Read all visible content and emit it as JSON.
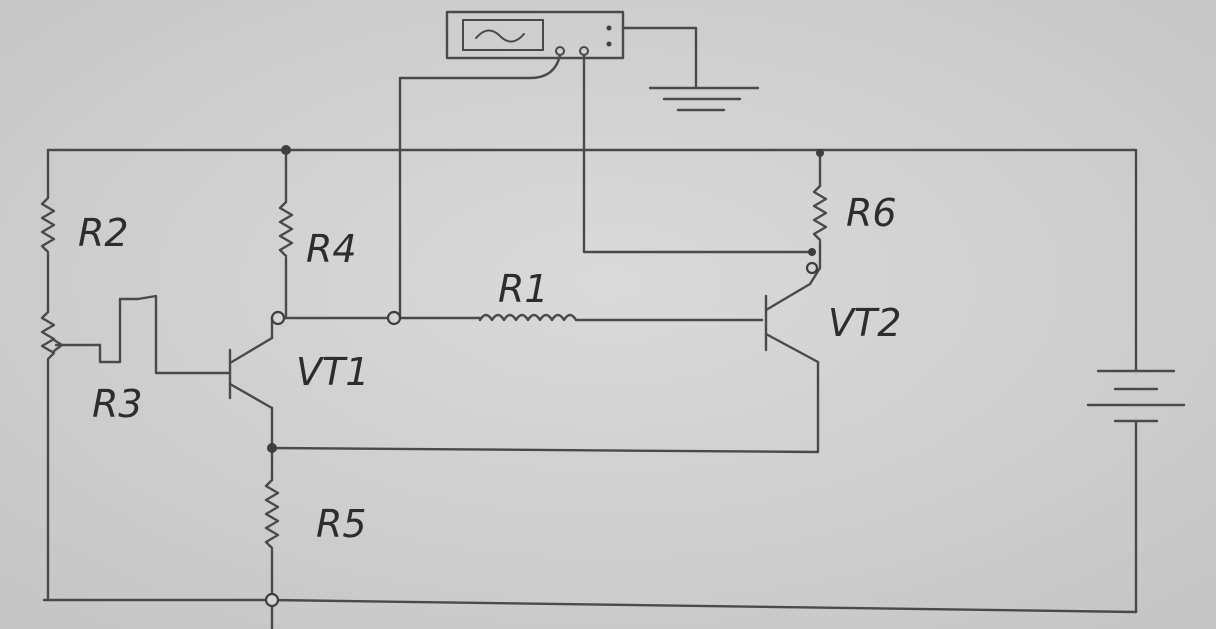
{
  "labels": {
    "r1": "R1",
    "r2": "R2",
    "r3": "R3",
    "r4": "R4",
    "r5": "R5",
    "r6": "R6",
    "vt1": "VT1",
    "vt2": "VT2"
  },
  "colors": {
    "paper": "#d4d4d4",
    "ink": "#4a4a4a"
  },
  "icons": {
    "oscilloscope": "oscilloscope-icon",
    "ground": "ground-icon",
    "battery": "battery-icon"
  }
}
